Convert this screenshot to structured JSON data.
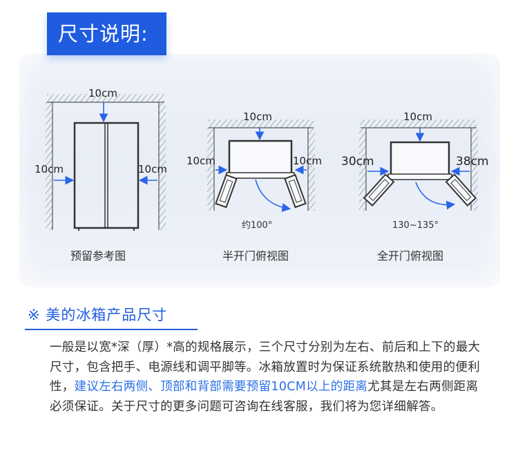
{
  "header": {
    "title": "尺寸说明:"
  },
  "diagrams": {
    "front": {
      "top": "10cm",
      "left": "10cm",
      "right": "10cm",
      "caption": "预留参考图"
    },
    "half": {
      "top": "10cm",
      "left": "10cm",
      "right": "10cm",
      "angle": "约100°",
      "caption": "半开门俯视图"
    },
    "full": {
      "top": "10cm",
      "left": "30cm",
      "right": "38cm",
      "angle": "130~135°",
      "caption": "全开门俯视图"
    }
  },
  "section": {
    "title": "※ 美的冰箱产品尺寸"
  },
  "description": {
    "part1": "一般是以宽*深（厚）*高的规格展示，三个尺寸分别为左右、前后和上下的最大尺寸，包含把手、电源线和调平脚等。冰箱放置时为保证系统散热和使用的便利性，",
    "highlight": "建议左右两侧、顶部和背部需要预留10CM以上的距离",
    "part2": "尤其是左右两侧距离必须保证。关于尺寸的更多问题可咨询在线客服，我们将为您详细解答。"
  },
  "colors": {
    "accent": "#1f5ce0",
    "highlight": "#2b6fe6",
    "arrow": "#2a64e8"
  }
}
